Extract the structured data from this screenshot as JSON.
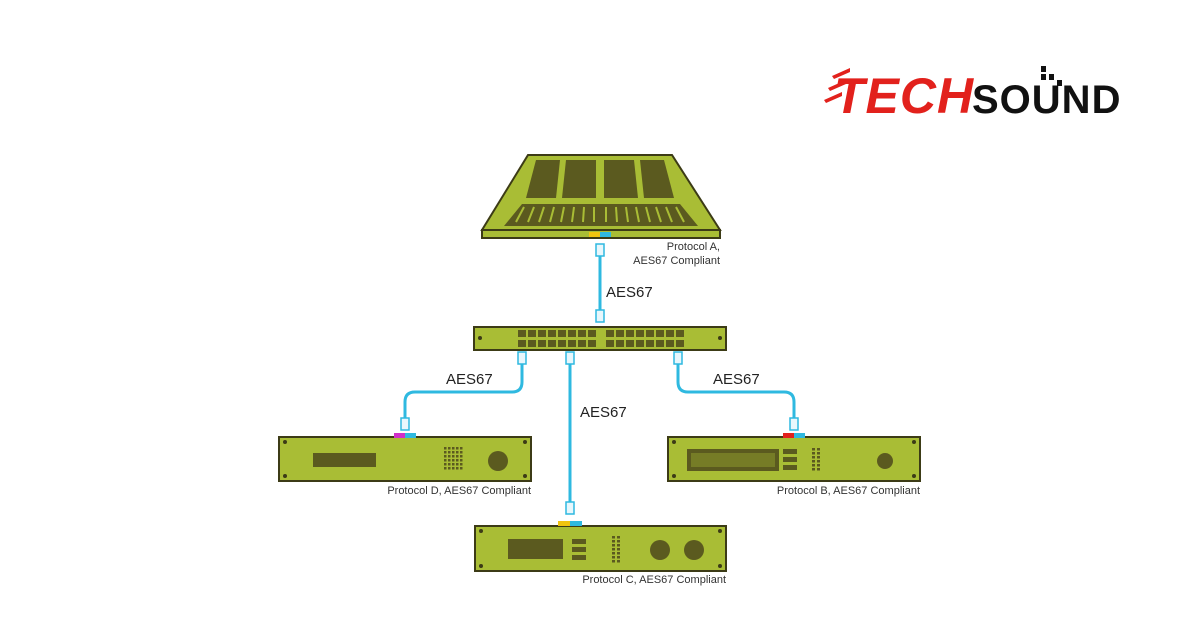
{
  "logo": {
    "part1": "TECH",
    "part2": "SOUND"
  },
  "devices": {
    "mixer": {
      "label_line1": "Protocol A,",
      "label_line2": "AES67 Compliant"
    },
    "device_d": {
      "label": "Protocol D, AES67 Compliant"
    },
    "device_b": {
      "label": "Protocol B, AES67 Compliant"
    },
    "device_c": {
      "label": "Protocol C, AES67 Compliant"
    }
  },
  "cables": {
    "mixer_to_switch": "AES67",
    "switch_to_d": "AES67",
    "switch_to_c": "AES67",
    "switch_to_b": "AES67"
  },
  "colors": {
    "device_body": "#a9bd35",
    "device_dark": "#5b5a1f",
    "device_outline": "#3c3b16",
    "cable": "#2fb9e0",
    "logo_red": "#e2211c",
    "port_yellow": "#f1c40f",
    "port_cyan": "#2fb9e0",
    "port_magenta": "#d12fc8",
    "port_red": "#e2211c"
  }
}
